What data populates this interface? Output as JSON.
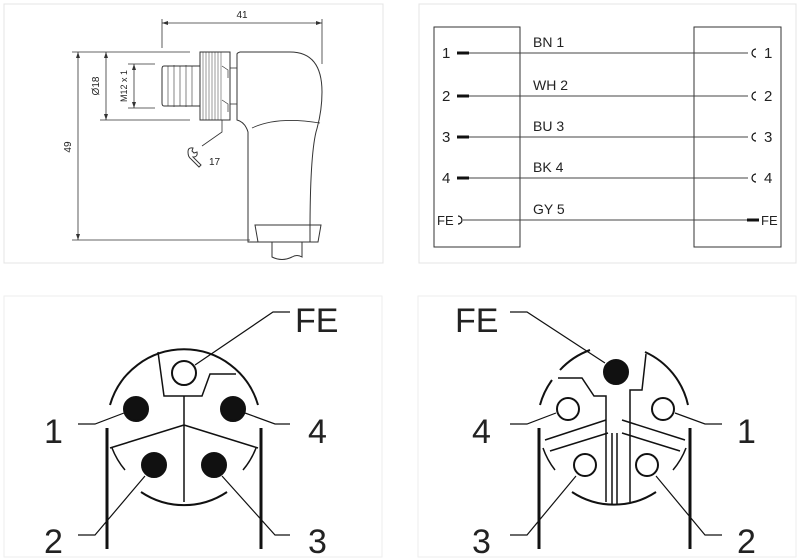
{
  "dimension_drawing": {
    "length_label": "41",
    "height_label": "49",
    "diameter_label": "Ø18",
    "thread_label": "M12 x 1",
    "wrench_size_label": "17"
  },
  "wiring": {
    "rows": [
      {
        "left": "1",
        "wire": "BN 1",
        "right": "1"
      },
      {
        "left": "2",
        "wire": "WH 2",
        "right": "2"
      },
      {
        "left": "3",
        "wire": "BU 3",
        "right": "3"
      },
      {
        "left": "4",
        "wire": "BK 4",
        "right": "4"
      },
      {
        "left": "FE",
        "wire": "GY 5",
        "right": "FE"
      }
    ]
  },
  "male_pinout": {
    "fe": "FE",
    "p1": "1",
    "p2": "2",
    "p3": "3",
    "p4": "4"
  },
  "female_pinout": {
    "fe": "FE",
    "p1": "1",
    "p2": "2",
    "p3": "3",
    "p4": "4"
  }
}
